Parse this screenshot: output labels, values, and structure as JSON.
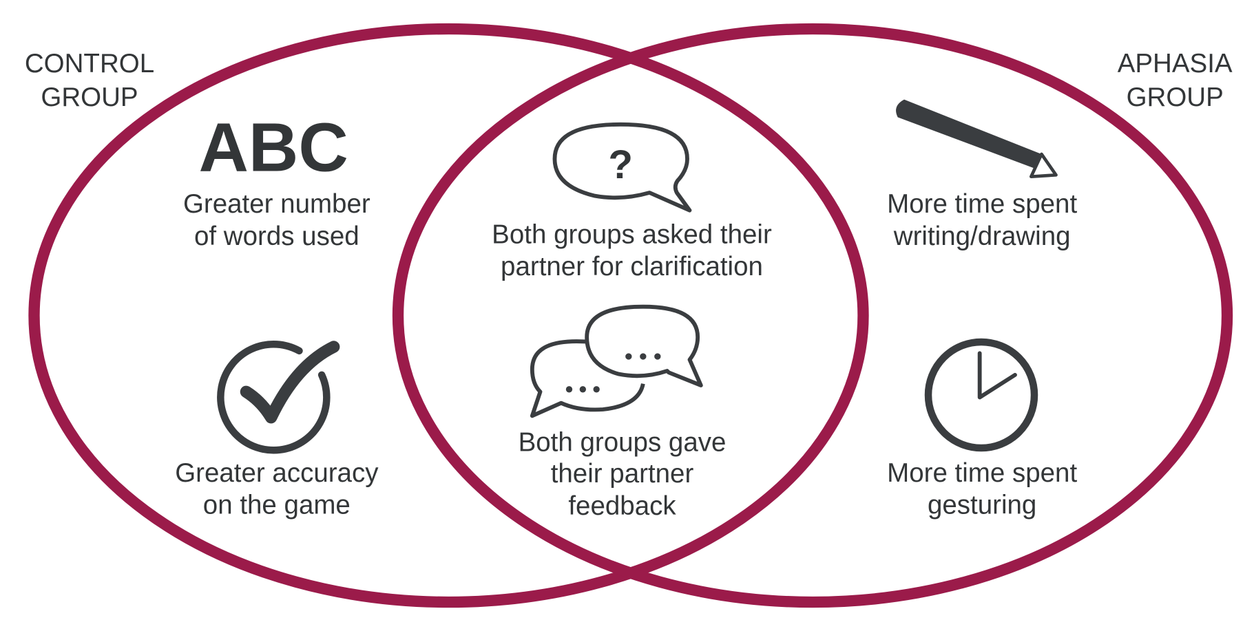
{
  "colors": {
    "ring": "#9b1b4a",
    "ink": "#3a3d40"
  },
  "groups": {
    "left": {
      "line1": "CONTROL",
      "line2": "GROUP"
    },
    "right": {
      "line1": "APHASIA",
      "line2": "GROUP"
    }
  },
  "left_items": [
    {
      "icon": "abc-icon",
      "icon_text": "ABC",
      "line1": "Greater number",
      "line2": "of words used"
    },
    {
      "icon": "check-circle-icon",
      "line1": "Greater accuracy",
      "line2": "on the game"
    }
  ],
  "center_items": [
    {
      "icon": "question-bubble-icon",
      "icon_text": "?",
      "line1": "Both groups asked their",
      "line2": "partner for clarification"
    },
    {
      "icon": "conversation-bubbles-icon",
      "line1": "Both groups gave",
      "line2": "their partner",
      "line3": "feedback"
    }
  ],
  "right_items": [
    {
      "icon": "pencil-icon",
      "line1": "More time spent",
      "line2": "writing/drawing"
    },
    {
      "icon": "clock-icon",
      "line1": "More time spent",
      "line2": "gesturing"
    }
  ]
}
